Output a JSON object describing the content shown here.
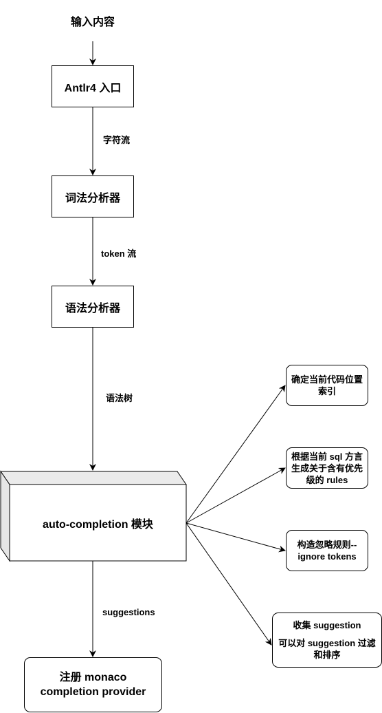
{
  "diagram": {
    "nodes": {
      "input": "输入内容",
      "antlr": "Antlr4 入口",
      "lexer": "词法分析器",
      "parser": "语法分析器",
      "autocomplete": "auto-completion 模块",
      "monaco_line1": "注册 monaco",
      "monaco_line2": "completion provider",
      "caret_line1": "确定当前代码位置",
      "caret_line2": "索引",
      "rules_line1": "根据当前 sql 方言",
      "rules_line2": "生成关于含有优先",
      "rules_line3": "级的 rules",
      "ignore_line1": "构造忽略规则--",
      "ignore_line2": "ignore tokens",
      "collect_line1": "收集 suggestion",
      "collect_line2": "可以对 suggestion 过滤",
      "collect_line3": "和排序"
    },
    "edges": {
      "char_stream": "字符流",
      "token_stream": "token 流",
      "syntax_tree": "语法树",
      "suggestions": "suggestions"
    }
  }
}
